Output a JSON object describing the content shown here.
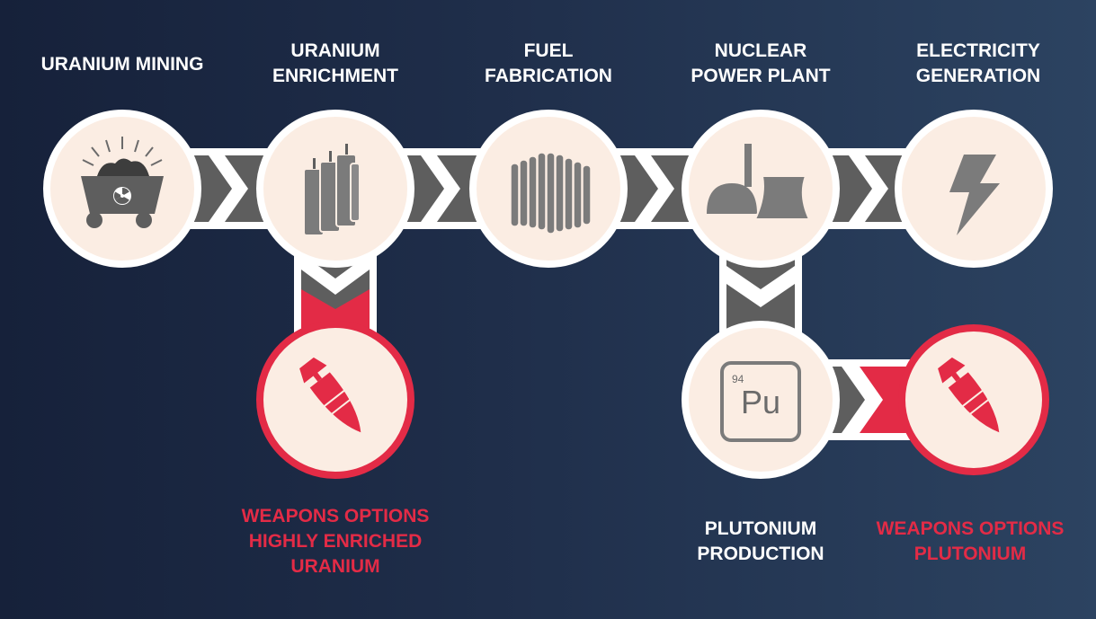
{
  "stages": {
    "mining": {
      "line1": "URANIUM MINING"
    },
    "enrichment": {
      "line1": "URANIUM",
      "line2": "ENRICHMENT"
    },
    "fabrication": {
      "line1": "FUEL",
      "line2": "FABRICATION"
    },
    "plant": {
      "line1": "NUCLEAR",
      "line2": "POWER PLANT"
    },
    "electricity": {
      "line1": "ELECTRICITY",
      "line2": "GENERATION"
    },
    "plutonium": {
      "line1": "PLUTONIUM",
      "line2": "PRODUCTION"
    },
    "weapons_heu": {
      "line1": "WEAPONS OPTIONS",
      "line2": "HIGHLY ENRICHED",
      "line3": "URANIUM"
    },
    "weapons_pu": {
      "line1": "WEAPONS OPTIONS",
      "line2": "PLUTONIUM"
    }
  },
  "element": {
    "number": "94",
    "symbol": "Pu"
  },
  "colors": {
    "circle_fill": "#fbede3",
    "connector": "#606060",
    "accent_red": "#e32b46",
    "icon_gray": "#7b7b7b"
  }
}
